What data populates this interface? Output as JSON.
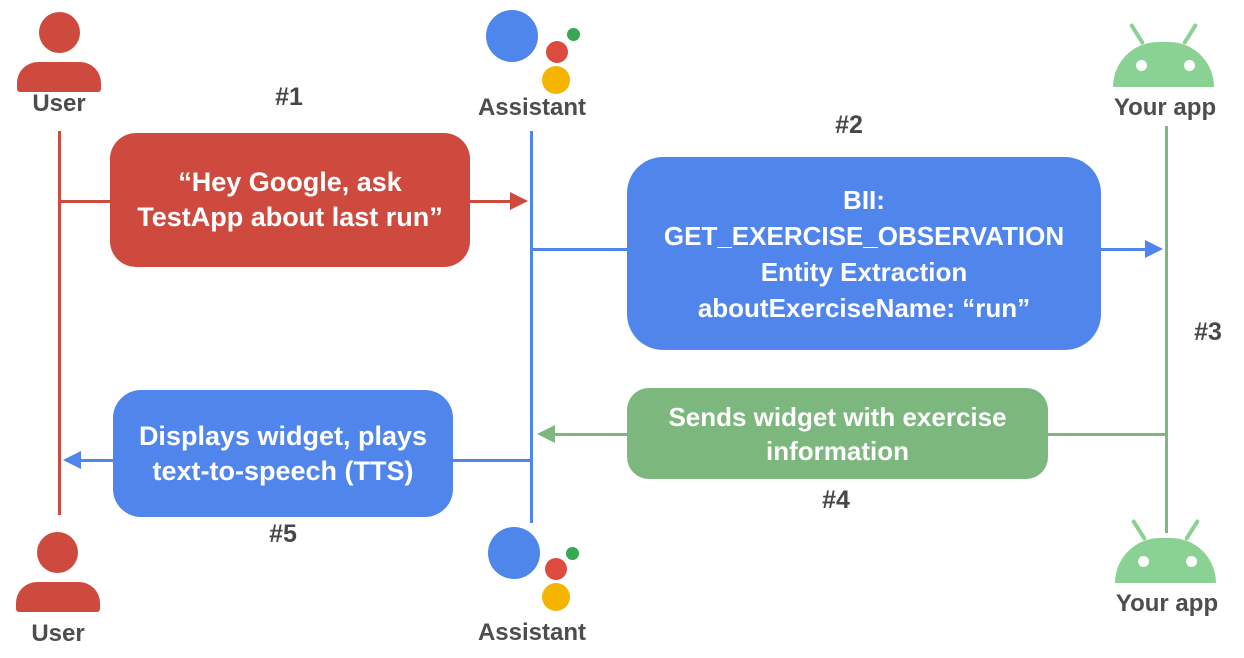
{
  "actors": {
    "user": {
      "label": "User"
    },
    "assistant": {
      "label": "Assistant"
    },
    "app": {
      "label": "Your app"
    }
  },
  "steps": {
    "s1": {
      "marker": "#1",
      "lines": [
        "“Hey Google, ask",
        "TestApp about last run”"
      ]
    },
    "s2": {
      "marker": "#2",
      "lines": [
        "BII:",
        "GET_EXERCISE_OBSERVATION",
        "Entity Extraction",
        "aboutExerciseName: “run”"
      ]
    },
    "s3": {
      "marker": "#3"
    },
    "s4": {
      "marker": "#4",
      "lines": [
        "Sends widget with exercise",
        "information"
      ]
    },
    "s5": {
      "marker": "#5",
      "lines": [
        "Displays widget, plays",
        "text-to-speech (TTS)"
      ]
    }
  },
  "colors": {
    "user_red": "#ce4a3e",
    "assistant_blue": "#5086ec",
    "message_green": "#7cb87e",
    "android_green": "#89d293",
    "assistant_logo_red": "#dd4b3e",
    "assistant_logo_yellow": "#f4b400",
    "assistant_logo_green": "#34a853",
    "label_gray": "#4d4d4d"
  }
}
